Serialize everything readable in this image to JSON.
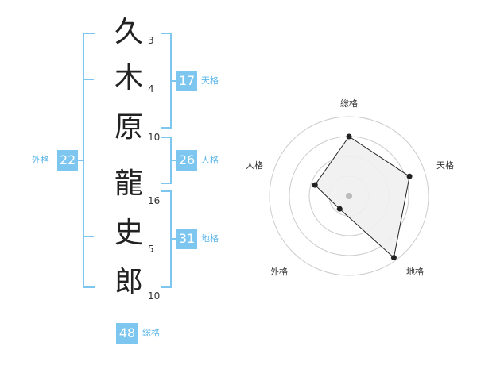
{
  "name": {
    "chars": [
      "久",
      "木",
      "原",
      "龍",
      "史",
      "郎"
    ],
    "strokes": [
      "3",
      "4",
      "10",
      "16",
      "5",
      "10"
    ]
  },
  "kaku": {
    "tenkaku": {
      "value": "17",
      "label": "天格"
    },
    "jinkaku": {
      "value": "26",
      "label": "人格"
    },
    "chikaku": {
      "value": "31",
      "label": "地格"
    },
    "gaikaku": {
      "value": "22",
      "label": "外格"
    },
    "soukaku": {
      "value": "48",
      "label": "総格"
    }
  },
  "radar": {
    "labels": {
      "top": "総格",
      "right": "天格",
      "bottom_right": "地格",
      "bottom_left": "外格",
      "left": "人格"
    },
    "values": {
      "総格": 0.75,
      "天格": 0.8,
      "地格": 0.96,
      "外格": 0.2,
      "人格": 0.45
    },
    "colors": {
      "ring": "#cccccc",
      "fill": "#efefef",
      "line": "#222222",
      "center": "#bbbbbb"
    }
  }
}
